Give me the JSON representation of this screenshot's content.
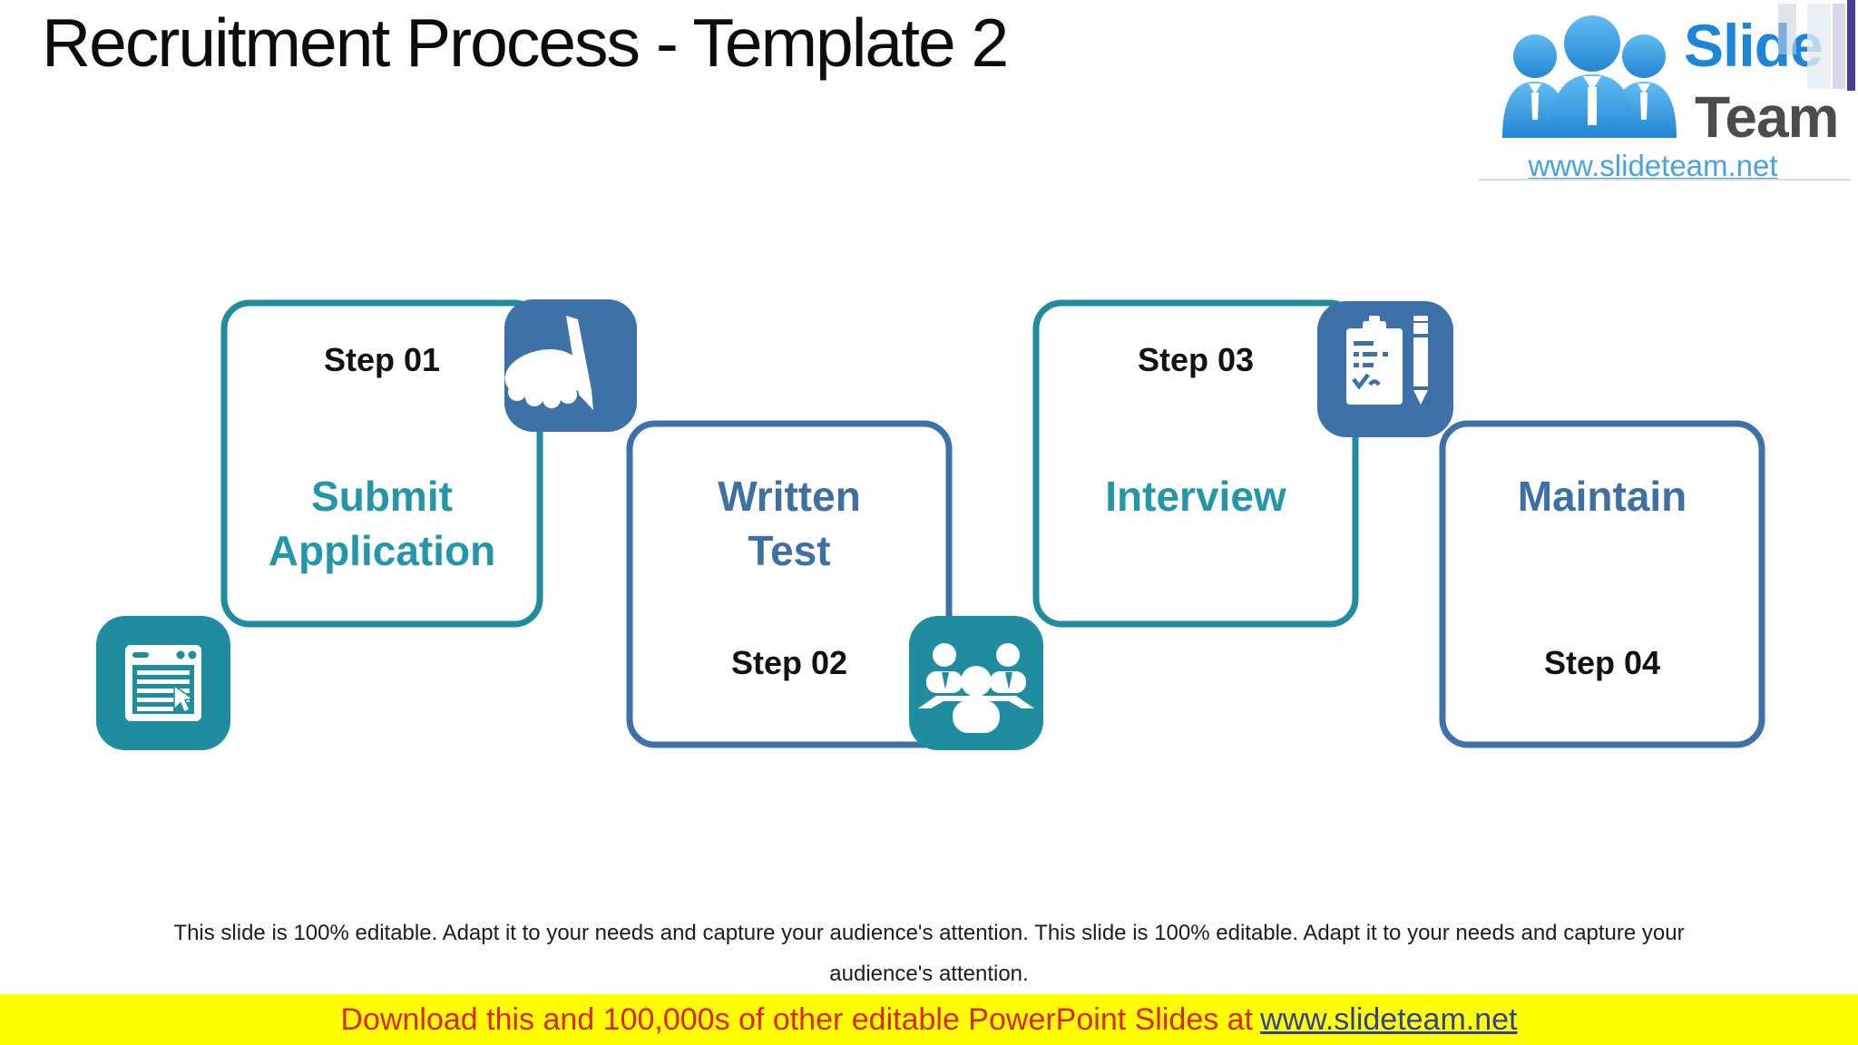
{
  "slide": {
    "title": "Recruitment Process - Template 2",
    "background_color": "#fdfdfd"
  },
  "logo": {
    "brand_top": "Slide",
    "brand_bottom": "Team",
    "website": "www.slideteam.net",
    "people_icon": "three-people-with-ties",
    "colors": {
      "brand_top": "#1e86d8",
      "brand_bottom": "#4c4c4c",
      "website_link": "#49a3e2",
      "people_light": "#63bbf2",
      "people_dark": "#2187d2"
    }
  },
  "process": {
    "steps": [
      {
        "step_label": "Step 01",
        "title": "Submit\nApplication",
        "scheme": "teal",
        "label_position": "top"
      },
      {
        "step_label": "Step 02",
        "title": "Written\nTest",
        "scheme": "blue",
        "label_position": "bottom"
      },
      {
        "step_label": "Step 03",
        "title": "Interview",
        "scheme": "teal",
        "label_position": "top"
      },
      {
        "step_label": "Step 04",
        "title": "Maintain",
        "scheme": "blue",
        "label_position": "bottom"
      }
    ],
    "icon_badges": [
      {
        "icon": "web-form-icon",
        "color": "teal"
      },
      {
        "icon": "hand-signing-icon",
        "color": "blue"
      },
      {
        "icon": "interview-panel-icon",
        "color": "teal"
      },
      {
        "icon": "checklist-pencil-icon",
        "color": "blue"
      }
    ],
    "colors": {
      "teal": "#1f8ca0",
      "blue": "#3e71a8",
      "step_label_text": "#121212",
      "teal_title_text": "#2397a9",
      "blue_title_text": "#3e70a6"
    }
  },
  "disclaimer": {
    "text": "This slide is 100% editable. Adapt it to your needs and capture your audience's attention. This slide is 100% editable. Adapt it to your needs and capture your\naudience's attention."
  },
  "banner": {
    "text": "Download this and 100,000s of other editable PowerPoint Slides at",
    "link": "www.slideteam.net",
    "background": "#ffff00",
    "text_color": "#e0241c",
    "link_color": "#31409a"
  }
}
